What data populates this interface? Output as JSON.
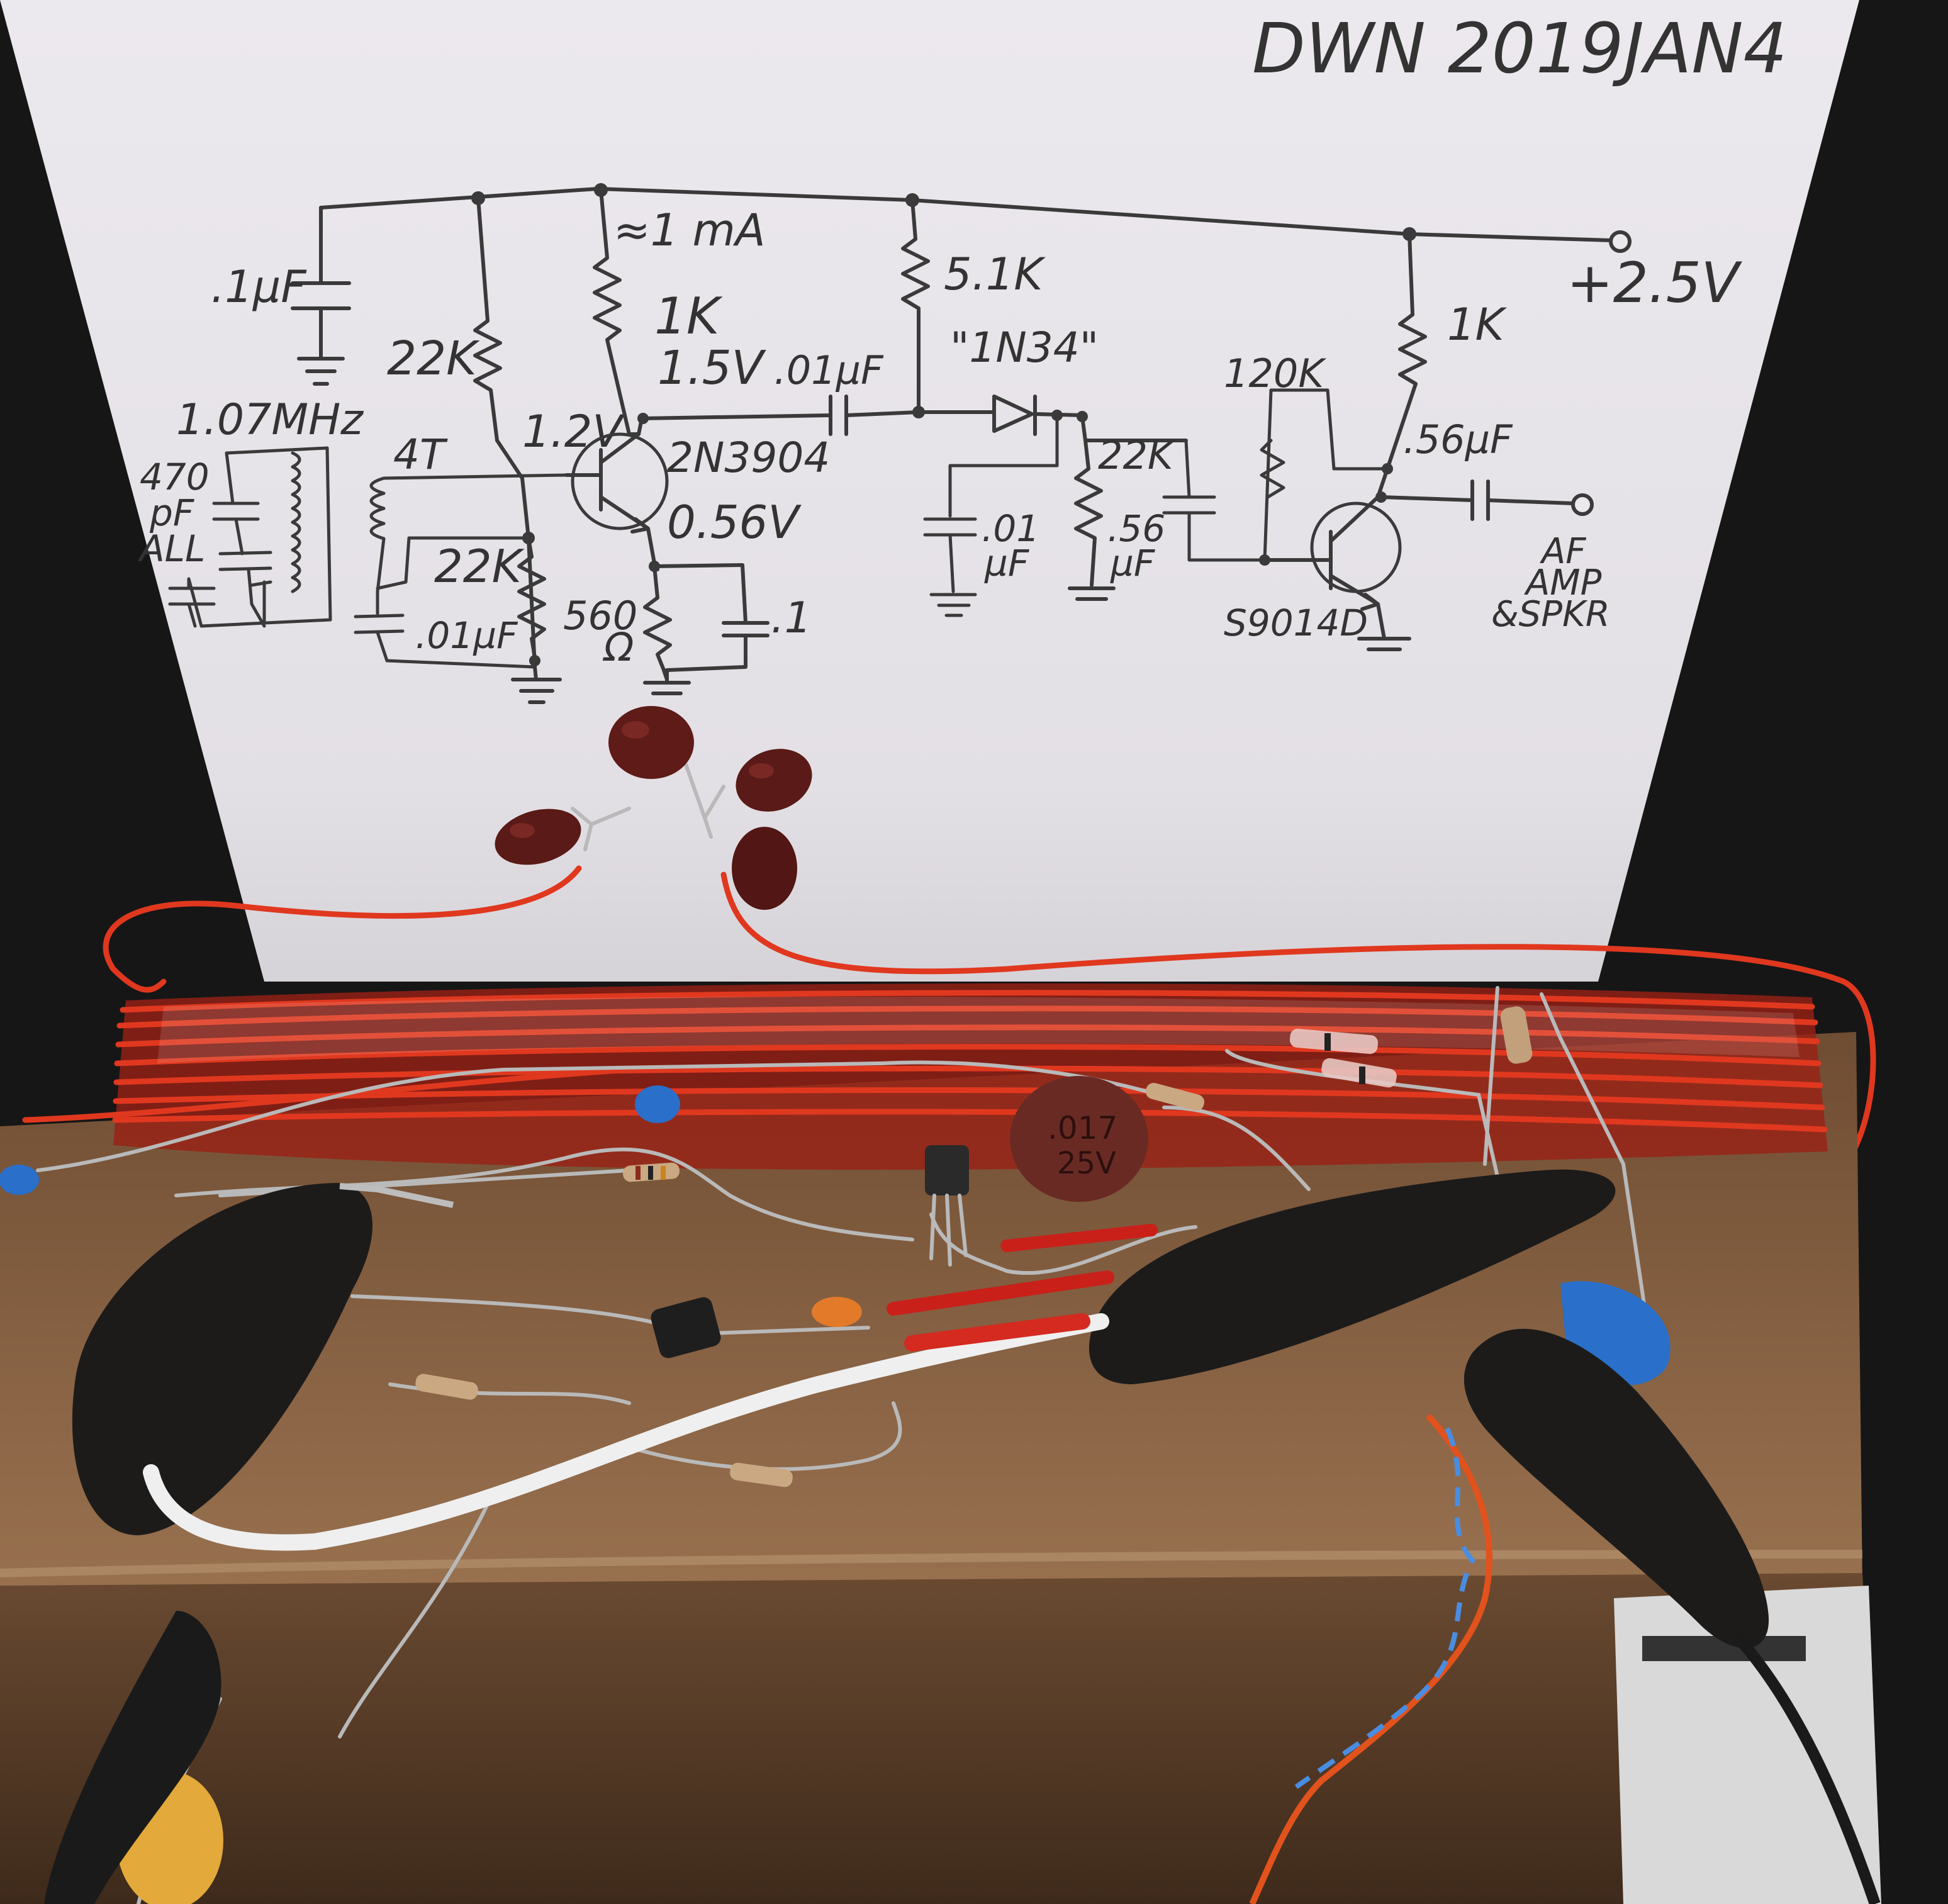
{
  "schematic": {
    "header": "DWN  2019JAN4",
    "supply": "+2.5V",
    "labels": {
      "cap_bypass": ".1µF",
      "r_bias_top": "22K",
      "tank_freq": "1.07MHz",
      "tank_cap_1": "470",
      "tank_cap_2": "pF",
      "tank_cap_3": "ALL",
      "coil_turns": "4T",
      "base_voltage": "1.2V",
      "r_bias_bottom": "22K",
      "cap_base": ".01µF",
      "current": "≈1 mA",
      "r_collector": "1K",
      "collector_voltage": "1.5V",
      "cap_coupling": ".01µF",
      "transistor_1": "2N3904",
      "emitter_voltage": "0.56V",
      "r_emitter_1": "560",
      "r_emitter_2": "Ω",
      "cap_emitter": ".1",
      "r_diode_bias": "5.1K",
      "diode": "\"1N34\"",
      "cap_detector_1": ".01",
      "cap_detector_2": "µF",
      "r_detector": "22K",
      "cap_interstage_1": ".56",
      "cap_interstage_2": "µF",
      "r_feedback": "120K",
      "r_collector_2": "1K",
      "cap_output": ".56µF",
      "transistor_2": "S9014D",
      "output_1": "AF",
      "output_2": "AMP",
      "output_3": "&SPKR"
    }
  },
  "board": {
    "cap_marking_1": ".017",
    "cap_marking_2": "25V"
  },
  "palette": {
    "paper": "#e9e6ea",
    "ink": "#3a3a3a",
    "cardboard": "#8a6342",
    "coil_wire": "#e0381f",
    "backdrop": "#161616",
    "ceramic_cap": "#5a1a17",
    "blue_cap": "#2a6fc9"
  }
}
